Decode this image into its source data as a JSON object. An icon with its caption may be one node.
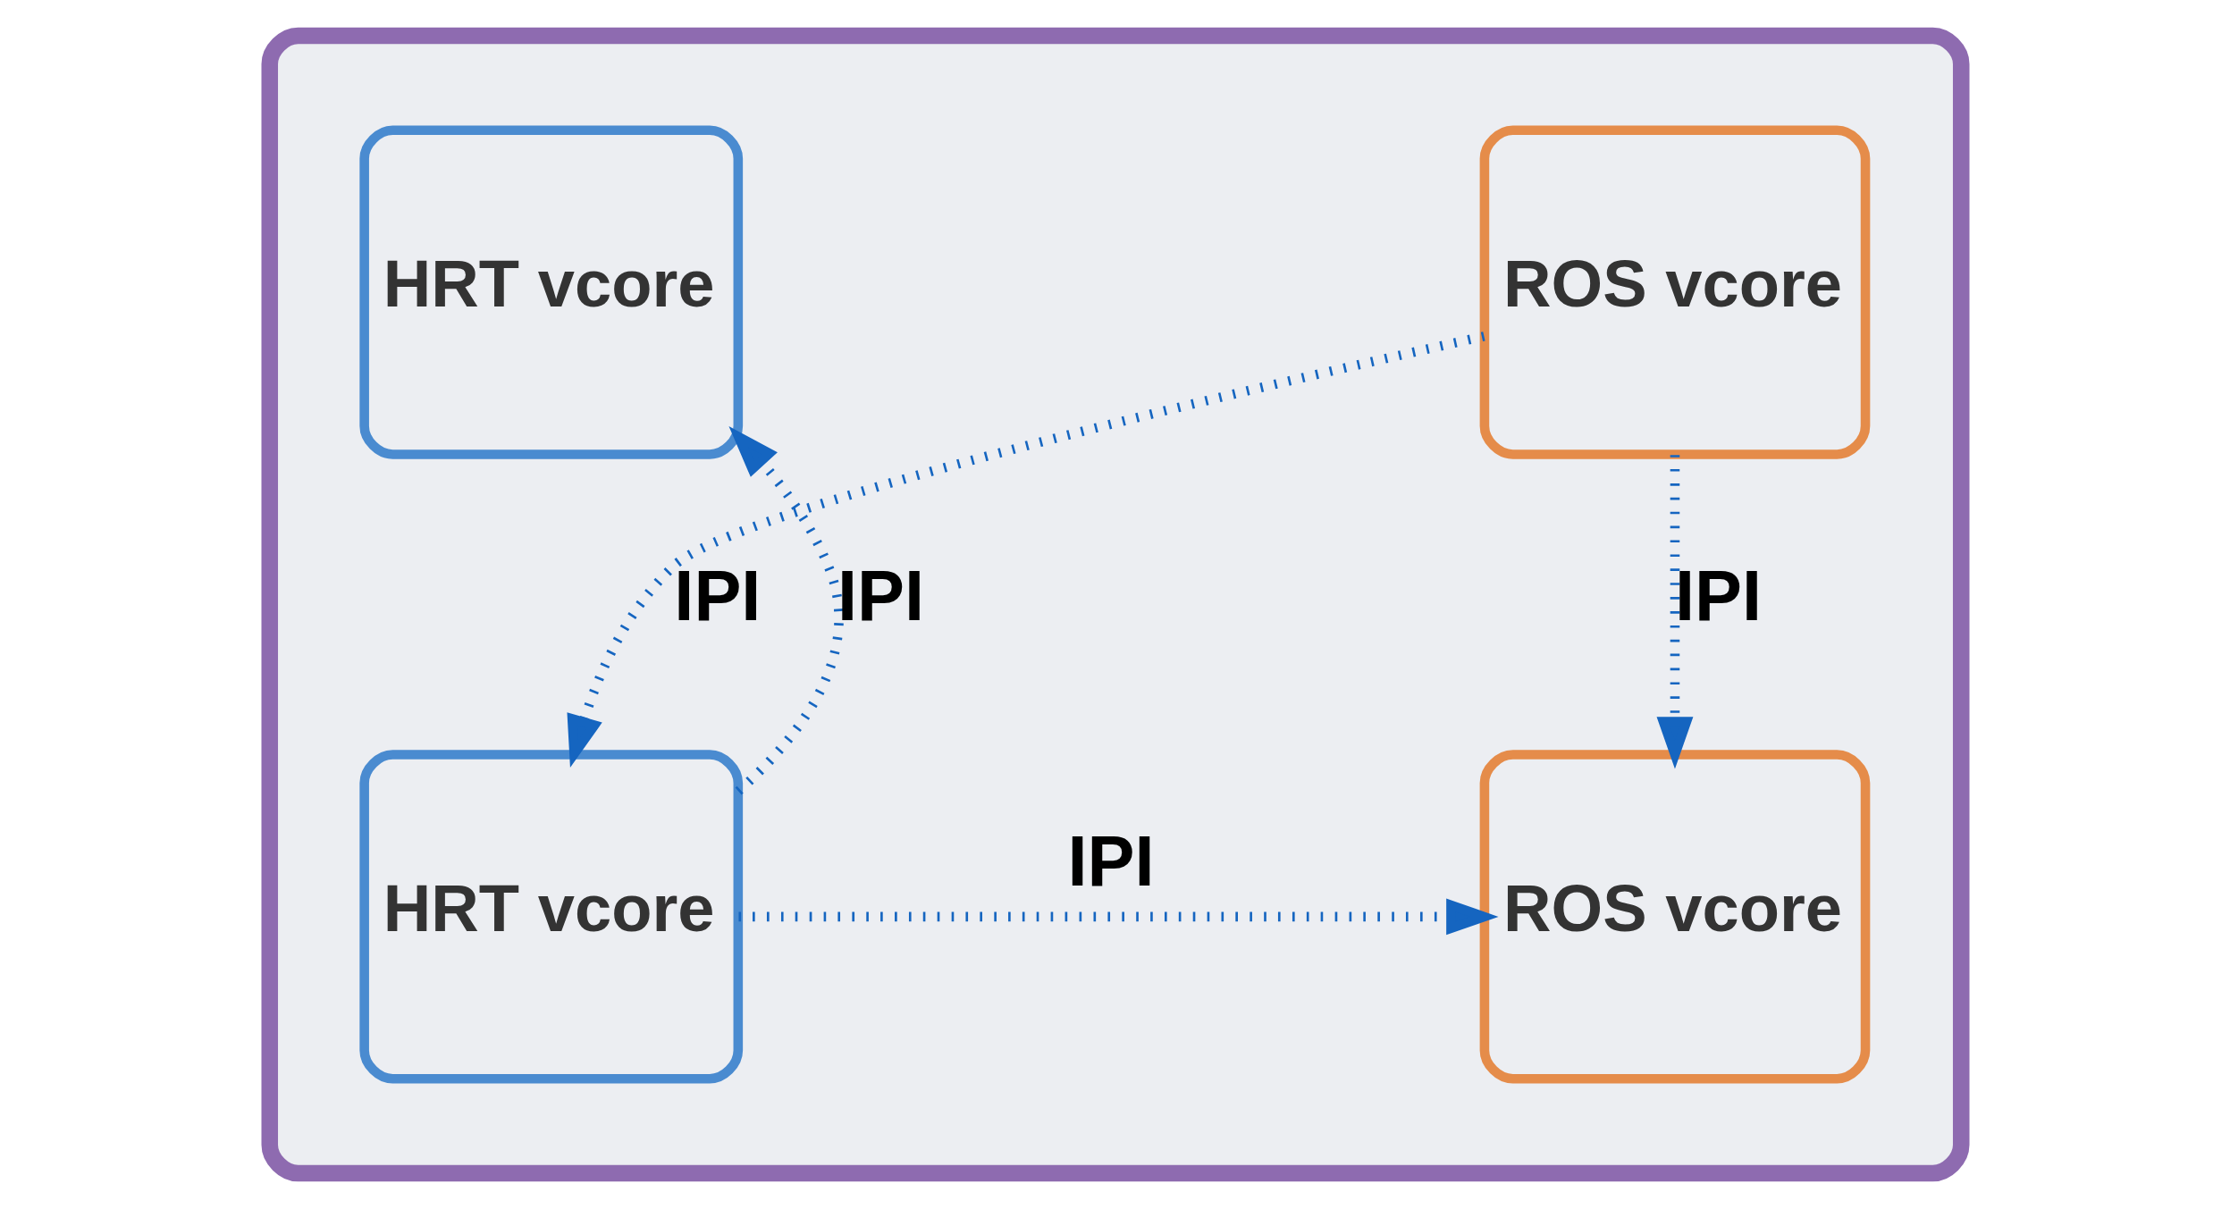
{
  "diagram": {
    "nodes": [
      {
        "text": [],
        "shape": "box"
      },
      {
        "text": [
          "ROS vcore"
        ],
        "in": 0
      },
      {
        "text": [
          "ROS vcore"
        ],
        "in": 0
      },
      {
        "text": [
          "HRT vcore"
        ],
        "in": 0
      },
      {
        "text": [
          "HRT vcore"
        ],
        "in": 0
      }
    ],
    "edges": [
      {
        "from": 1,
        "to": 2,
        "arrow": "to",
        "label": "IPI",
        "style": "dashed"
      },
      {
        "from": 1,
        "to": 4,
        "arrow": "to",
        "label": "IPI",
        "style": "dashed"
      },
      {
        "from": 4,
        "to": 2,
        "arrow": "to",
        "label": "IPI",
        "style": "dashed"
      },
      {
        "from": 4,
        "to": 3,
        "arrow": "to",
        "label": "IPI",
        "style": "dashed"
      }
    ]
  }
}
